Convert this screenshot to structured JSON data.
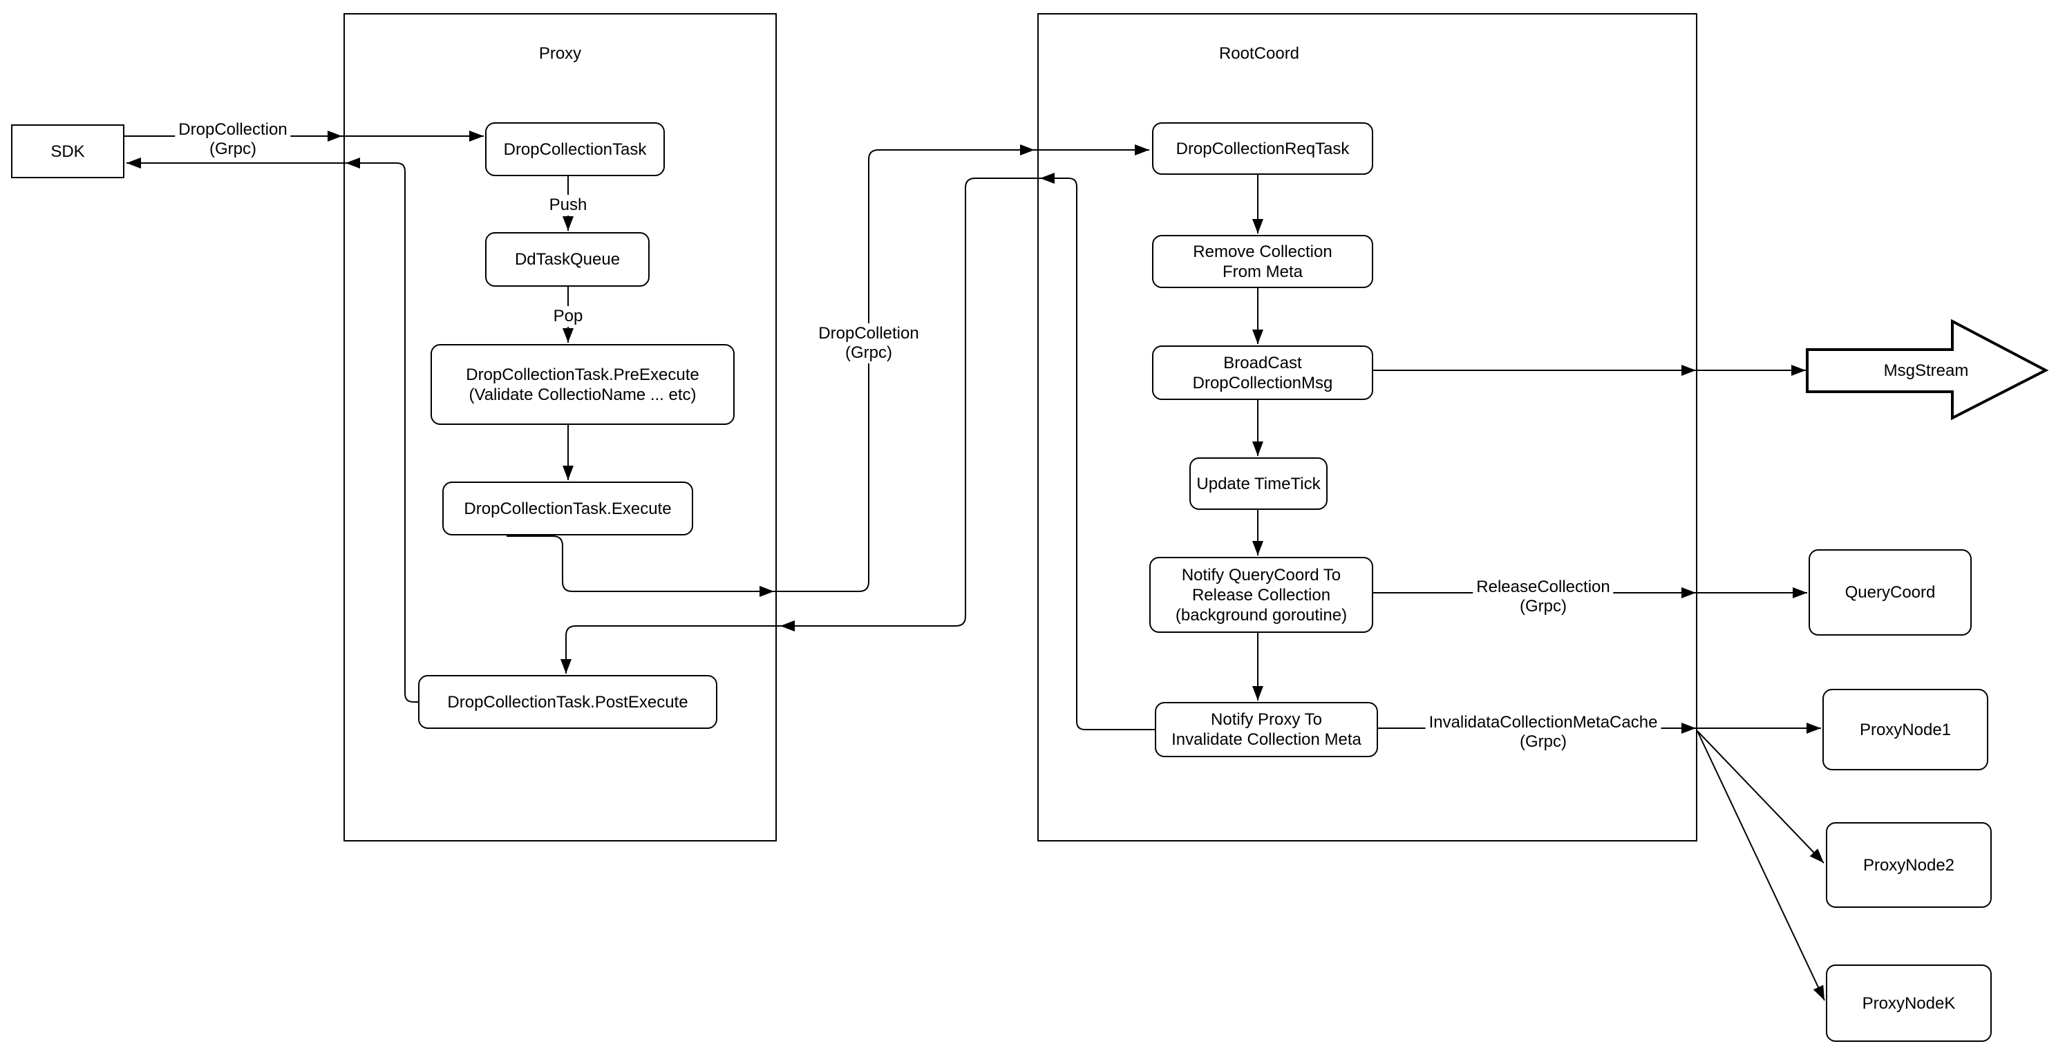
{
  "containers": {
    "proxy": {
      "title": "Proxy"
    },
    "rootCoord": {
      "title": "RootCoord"
    }
  },
  "nodes": {
    "sdk": {
      "label": "SDK"
    },
    "dropCollectionTask": {
      "label": "DropCollectionTask"
    },
    "ddTaskQueue": {
      "label": "DdTaskQueue"
    },
    "preExecute": {
      "line1": "DropCollectionTask.PreExecute",
      "line2": "(Validate CollectioName ... etc)"
    },
    "execute": {
      "label": "DropCollectionTask.Execute"
    },
    "postExecute": {
      "label": "DropCollectionTask.PostExecute"
    },
    "dropCollectionReqTask": {
      "label": "DropCollectionReqTask"
    },
    "removeCollection": {
      "line1": "Remove Collection",
      "line2": "From Meta"
    },
    "broadcastMsg": {
      "line1": "BroadCast",
      "line2": "DropCollectionMsg"
    },
    "updateTimeTick": {
      "label": "Update TimeTick"
    },
    "notifyQueryCoord": {
      "line1": "Notify QueryCoord To",
      "line2": "Release Collection",
      "line3": "(background goroutine)"
    },
    "notifyProxy": {
      "line1": "Notify Proxy To",
      "line2": "Invalidate Collection Meta"
    },
    "msgStream": {
      "label": "MsgStream"
    },
    "queryCoord": {
      "label": "QueryCoord"
    },
    "proxyNode1": {
      "label": "ProxyNode1"
    },
    "proxyNode2": {
      "label": "ProxyNode2"
    },
    "proxyNodeK": {
      "label": "ProxyNodeK"
    }
  },
  "edge_labels": {
    "sdkToProxy": {
      "line1": "DropCollection",
      "line2": "(Grpc)"
    },
    "push": {
      "label": "Push"
    },
    "pop": {
      "label": "Pop"
    },
    "proxyToRootCoord": {
      "line1": "DropColletion",
      "line2": "(Grpc)"
    },
    "releaseCollection": {
      "line1": "ReleaseCollection",
      "line2": "(Grpc)"
    },
    "invalidateCache": {
      "line1": "InvalidataCollectionMetaCache",
      "line2": "(Grpc)"
    }
  },
  "colors": {
    "line": "#000000",
    "background": "#ffffff",
    "box_fill": "#ffffff"
  }
}
